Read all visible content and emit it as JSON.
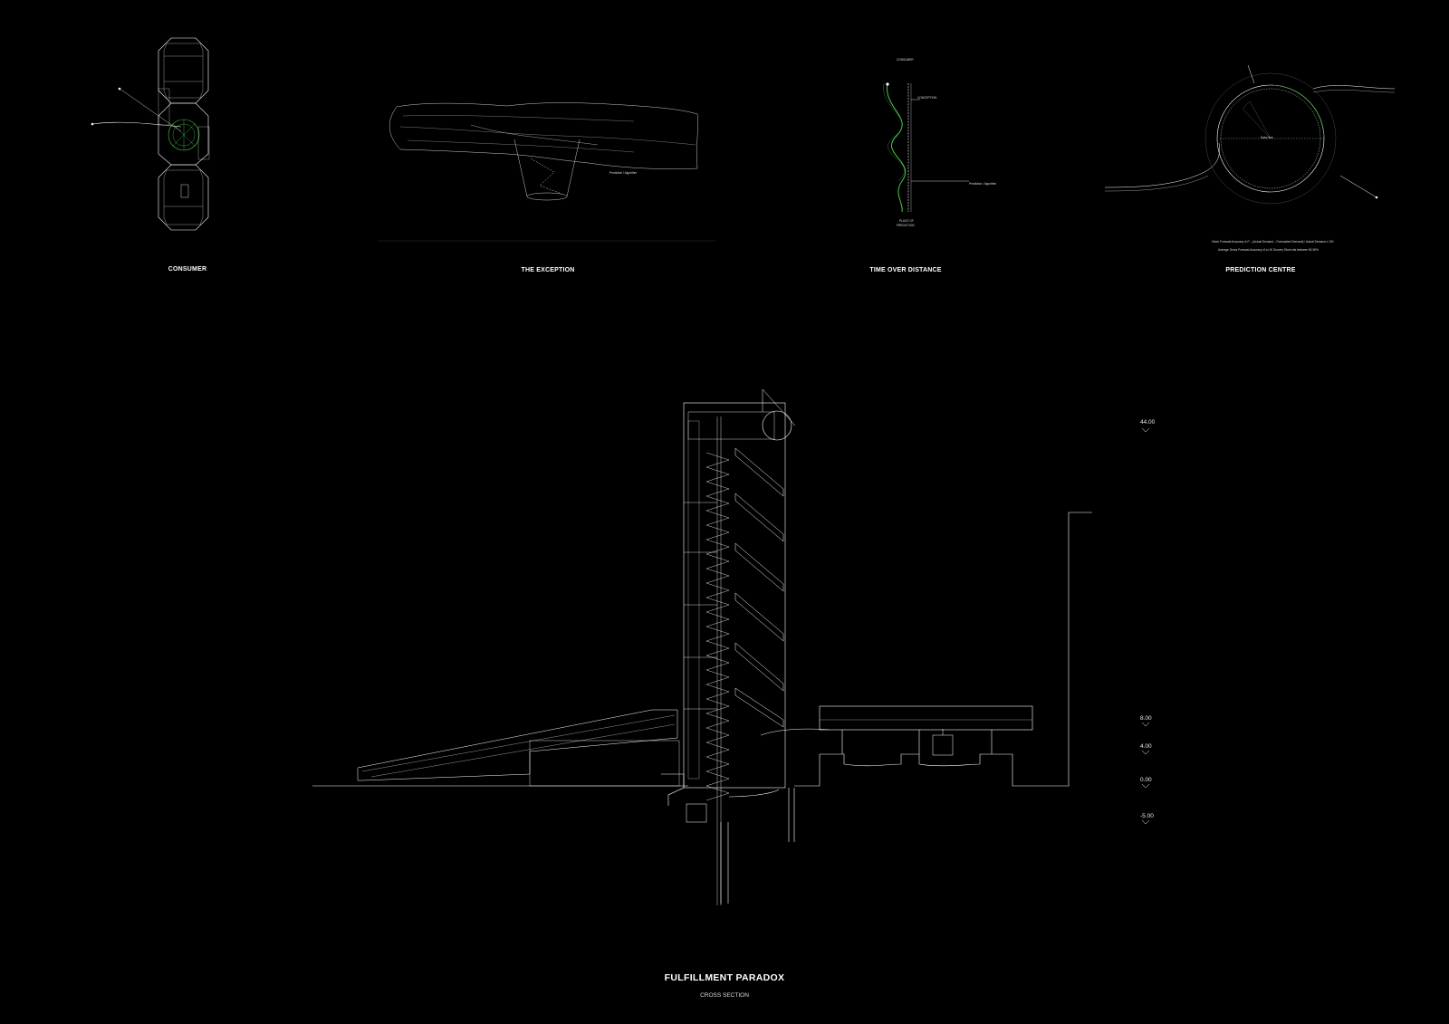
{
  "panels": {
    "consumer": "CONSUMER",
    "exception": "THE EXCEPTION",
    "time_over_distance": "TIME OVER DISTANCE",
    "prediction_centre": "PREDICTION CENTRE"
  },
  "annotations": {
    "time": {
      "top": "CONSUMER",
      "mid": "CONCEPTION",
      "right": "Prediction / Algorithm",
      "bottom_1": "PLACE OF",
      "bottom_2": "PREDICTION"
    },
    "exception": {
      "right": "Prediction / Algorithm"
    },
    "prediction": {
      "center": "Data Hub",
      "note_1": "Order Forecast Accuracy in P – (Actual Demand – Forecasted Demand) / Actual Demand x 100",
      "note_2": "Average Gross Forecast Accuracy of a UK Grocery Store sits between 80-90%"
    }
  },
  "levels": {
    "l44": "44.00",
    "l8": "8.00",
    "l4": "4.00",
    "l0": "0.00",
    "lm5": "-5.00"
  },
  "main": {
    "title": "FULFILLMENT PARADOX",
    "subtitle": "CROSS SECTION"
  },
  "colors": {
    "background": "#000000",
    "line": "#ffffff",
    "accent": "#4cc94c"
  }
}
